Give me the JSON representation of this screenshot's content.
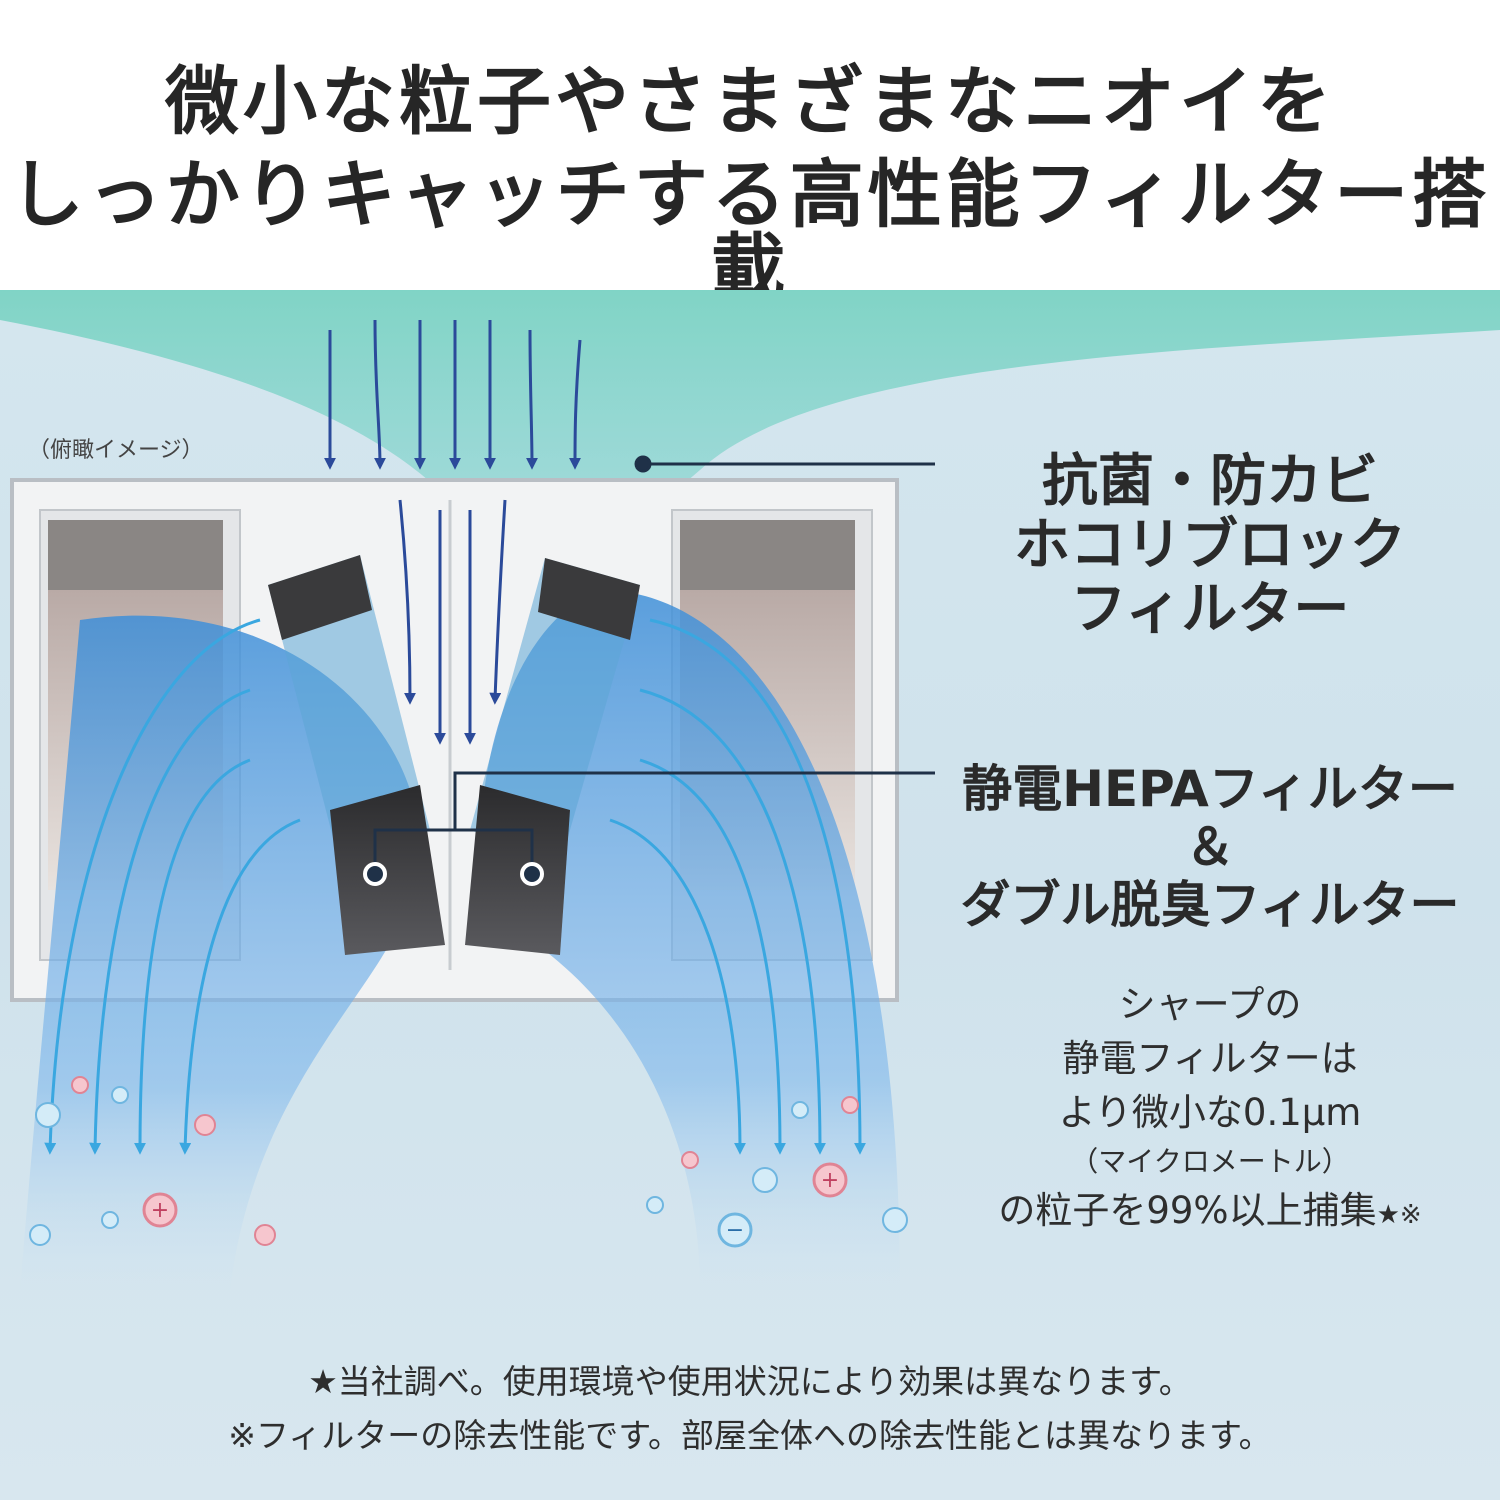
{
  "headline": {
    "line1": "微小な粒子やさまざまなニオイを",
    "line2": "しっかりキャッチする高性能フィルター搭載"
  },
  "diagram": {
    "view_caption": "（俯瞰イメージ）",
    "top_filter_label": [
      "抗菌・防カビ",
      "ホコリブロック",
      "フィルター"
    ],
    "main_filter_label": [
      "静電HEPAフィルター",
      "＆",
      "ダブル脱臭フィルター"
    ],
    "note": {
      "line1": "シャープの",
      "line2": "静電フィルターは",
      "line3": "より微小な0.1μm",
      "line4": "（マイクロメートル）",
      "line5": "の粒子を99%以上捕集",
      "marks": "★※"
    },
    "colors": {
      "header_bg": "#ffffff",
      "panel_bg": "#d4e6ee",
      "airflow_in": "#6fd0bf",
      "airflow_out": "#3c8fd6",
      "arrow_dark": "#2b4a9a",
      "filter_dark": "#2e2e30",
      "leader_line": "#1f3148",
      "ion_plus": "#e88a9a",
      "ion_minus": "#8fc8ec"
    }
  },
  "footnotes": {
    "line1": "★当社調べ。使用環境や使用状況により効果は異なります。",
    "line2": "※フィルターの除去性能です。部屋全体への除去性能とは異なります。"
  }
}
